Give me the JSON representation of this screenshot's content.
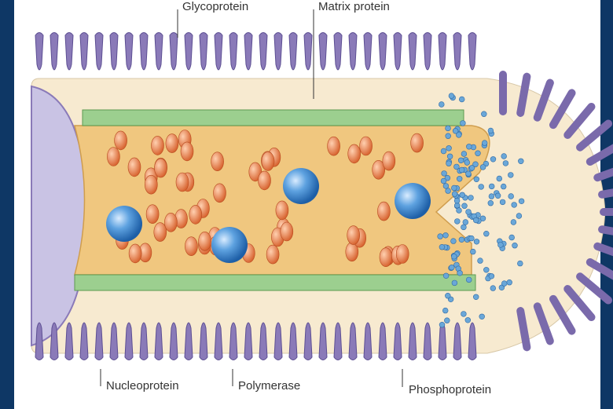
{
  "labels": {
    "glycoprotein": "Glycoprotein",
    "matrix_protein": "Matrix protein",
    "nucleoprotein": "Nucleoprotein",
    "polymerase": "Polymerase",
    "phosphoprotein": "Phosphoprotein"
  },
  "colors": {
    "background": "#0e3765",
    "panel": "#ffffff",
    "glycoprotein": "#8a7ab8",
    "glycoprotein_dark": "#5d4f93",
    "matrix": "#9ccf8f",
    "nucleoprotein": "#f0c77f",
    "polymerase": "#4f95d6",
    "phosphoprotein": "#6aa7d8",
    "inner_cavity": "#c9c3e4",
    "membrane": "#f5deb0",
    "red_granules": "#e0733c"
  }
}
